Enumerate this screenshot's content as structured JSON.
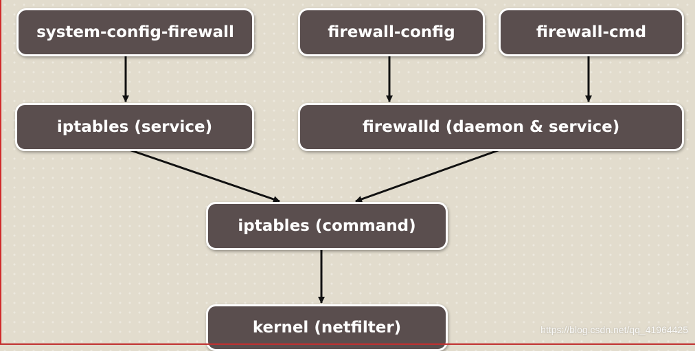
{
  "diagram": {
    "nodes": {
      "system_config_firewall": "system-config-firewall",
      "firewall_config": "firewall-config",
      "firewall_cmd": "firewall-cmd",
      "iptables_service": "iptables (service)",
      "firewalld": "firewalld (daemon & service)",
      "iptables_command": "iptables (command)",
      "kernel": "kernel (netfilter)"
    },
    "edges": [
      {
        "from": "system-config-firewall",
        "to": "iptables (service)"
      },
      {
        "from": "firewall-config",
        "to": "firewalld (daemon & service)"
      },
      {
        "from": "firewall-cmd",
        "to": "firewalld (daemon & service)"
      },
      {
        "from": "iptables (service)",
        "to": "iptables (command)"
      },
      {
        "from": "firewalld (daemon & service)",
        "to": "iptables (command)"
      },
      {
        "from": "iptables (command)",
        "to": "kernel (netfilter)"
      }
    ]
  },
  "watermark": "https://blog.csdn.net/qq_41964425",
  "colors": {
    "background": "#e2dccd",
    "node_fill": "#5a4e4e",
    "node_border": "#ffffff",
    "node_text": "#ffffff",
    "arrow": "#111111"
  }
}
